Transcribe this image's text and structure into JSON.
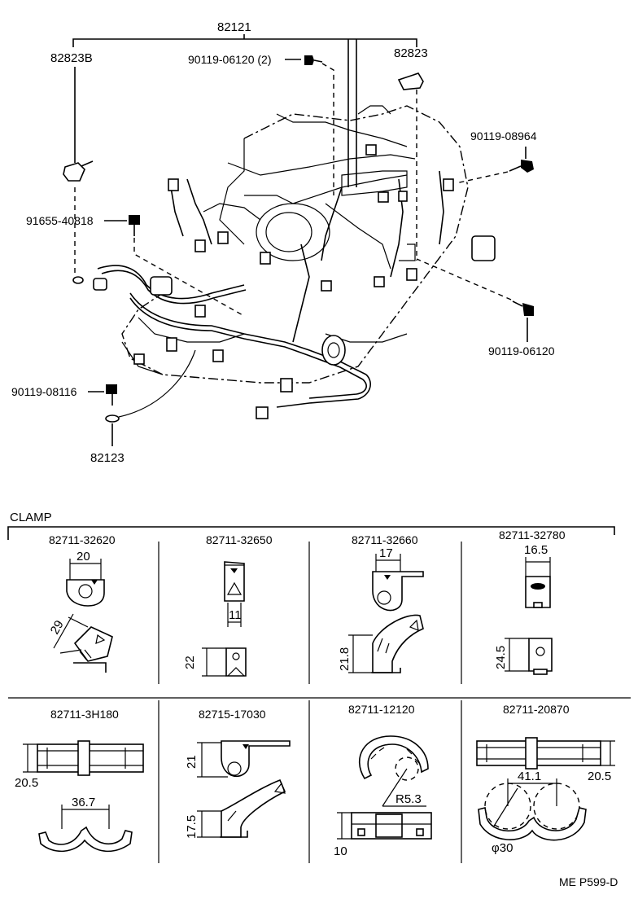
{
  "callouts": {
    "harness": "82121",
    "plug_left": "82823B",
    "plug_right": "82823",
    "bolt_top": "90119-06120 (2)",
    "bolt_right_upper": "90119-08964",
    "bolt_left_upper": "91655-40818",
    "bolt_right_lower": "90119-06120",
    "bolt_left_lower": "90119-08116",
    "washer": "82123"
  },
  "clamp_section": {
    "title": "CLAMP",
    "row1": [
      {
        "part": "82711-32620",
        "dims": [
          "20",
          "29"
        ]
      },
      {
        "part": "82711-32650",
        "dims": [
          "11",
          "22"
        ]
      },
      {
        "part": "82711-32660",
        "dims": [
          "17",
          "21.8"
        ]
      },
      {
        "part": "82711-32780",
        "dims": [
          "16.5",
          "24.5"
        ]
      }
    ],
    "row2": [
      {
        "part": "82711-3H180",
        "dims": [
          "20.5",
          "36.7"
        ]
      },
      {
        "part": "82715-17030",
        "dims": [
          "21",
          "17.5"
        ]
      },
      {
        "part": "82711-12120",
        "dims": [
          "R5.3",
          "10"
        ]
      },
      {
        "part": "82711-20870",
        "dims": [
          "41.1",
          "20.5",
          "φ30"
        ]
      }
    ]
  },
  "figure_code": "ME P599-D"
}
